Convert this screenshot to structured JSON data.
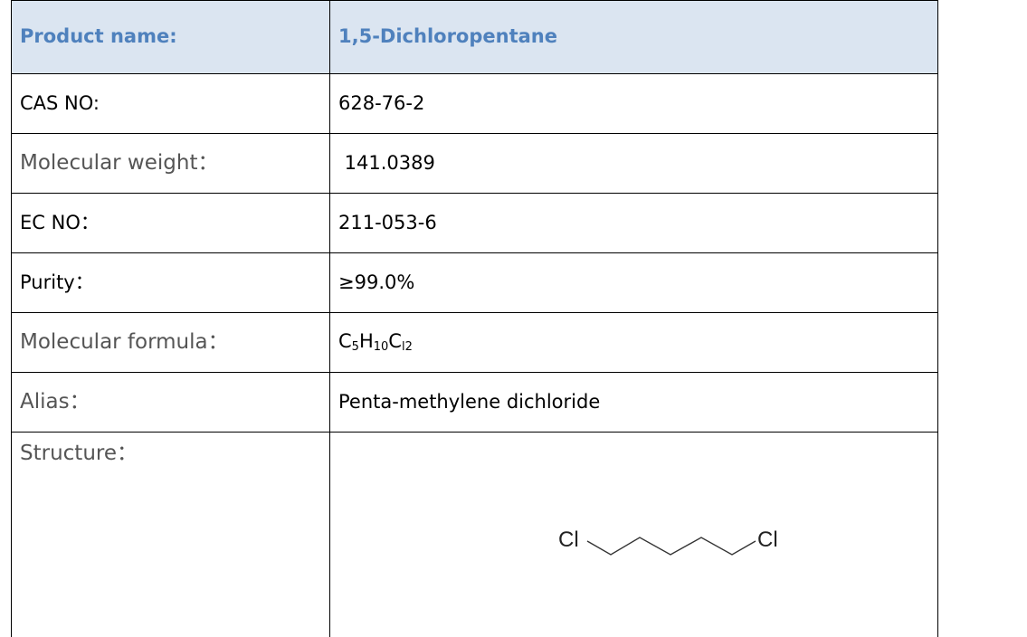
{
  "header": {
    "label": "Product name:",
    "value": "1,5-Dichloropentane"
  },
  "rows": [
    {
      "label": "CAS NO:",
      "value": "628-76-2"
    },
    {
      "label": "Molecular weight：",
      "value": " 141.0389"
    },
    {
      "label": "EC NO：",
      "value": "211-053-6"
    },
    {
      "label": "Purity：",
      "value": "≥99.0%"
    },
    {
      "label": "Molecular formula："
    },
    {
      "label": "Alias：",
      "value": "Penta-methylene dichloride"
    },
    {
      "label": "Structure："
    }
  ],
  "formula": {
    "c": "C",
    "c_count": "5",
    "h": "H",
    "h_count": "10",
    "cl": "C",
    "cl_sub": "l2"
  },
  "structure": {
    "left_atom": "Cl",
    "right_atom": "Cl",
    "carbon_chain_length": 5
  }
}
